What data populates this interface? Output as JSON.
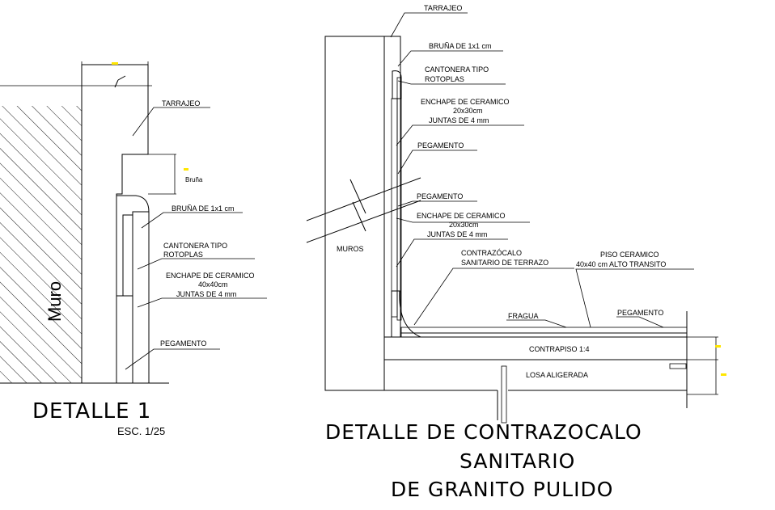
{
  "detail1": {
    "title": "DETALLE 1",
    "scale": "ESC. 1/25",
    "wall_label": "Muro",
    "labels": {
      "tarrajeo": "TARRAJEO",
      "bruna_dim": "Bruña",
      "bruna": "BRUÑA DE 1x1 cm",
      "cantonera_1": "CANTONERA TIPO",
      "cantonera_2": "ROTOPLAS",
      "enchape_1": "ENCHAPE DE CERAMICO",
      "enchape_2": "40x40cm",
      "juntas": "JUNTAS DE 4 mm",
      "pegamento": "PEGAMENTO"
    }
  },
  "detail2": {
    "title_line1": "DETALLE DE CONTRAZOCALO",
    "title_line2": "SANITARIO",
    "title_line3": "DE GRANITO PULIDO",
    "labels": {
      "tarrajeo": "TARRAJEO",
      "bruna": "BRUÑA DE 1x1 cm",
      "cantonera_1": "CANTONERA TIPO",
      "cantonera_2": "ROTOPLAS",
      "enchape_a_1": "ENCHAPE DE CERAMICO",
      "enchape_a_2": "20x30cm",
      "juntas_a": "JUNTAS DE 4 mm",
      "pegamento_a": "PEGAMENTO",
      "pegamento_b": "PEGAMENTO",
      "enchape_b_1": "ENCHAPE DE CERAMICO",
      "enchape_b_2": "20x30cm",
      "juntas_b": "JUNTAS DE 4 mm",
      "muros": "MUROS",
      "contrazocalo_1": "CONTRAZÓCALO",
      "contrazocalo_2": "SANITARIO DE TERRAZO",
      "piso_1": "PISO CERAMICO",
      "piso_2": "40x40 cm ALTO TRANSITO",
      "fragua": "FRAGUA",
      "pegamento_c": "PEGAMENTO",
      "contrapiso": "CONTRAPISO 1:4",
      "losa": "LOSA ALIGERADA"
    }
  },
  "colors": {
    "line": "#000000",
    "marker": "#ffe600",
    "background": "#ffffff"
  }
}
